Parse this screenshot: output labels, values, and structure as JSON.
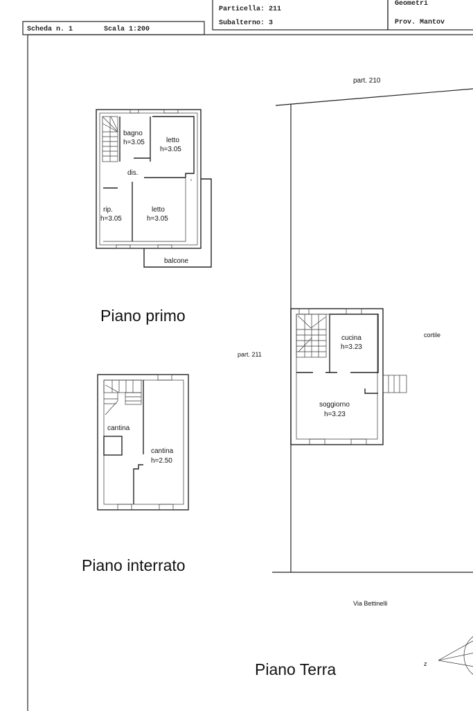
{
  "header": {
    "particella": "Particella: 211",
    "subalterno": "Subalterno: 3",
    "geometri": "Geometri",
    "provincia": "Prov. Mantov",
    "scheda": "Scheda n. 1",
    "scala": "Scala 1:200"
  },
  "labels": {
    "part_210": "part. 210",
    "part_211": "part. 211",
    "cortile": "cortile",
    "via": "Via Bettinelli",
    "north": "z"
  },
  "piano_primo": {
    "title": "Piano primo",
    "rooms": [
      {
        "name": "bagno",
        "height": "h=3.05"
      },
      {
        "name": "letto",
        "height": "h=3.05"
      },
      {
        "name": "dis.",
        "height": ""
      },
      {
        "name": "rip.",
        "height": "h=3.05"
      },
      {
        "name": "letto",
        "height": "h=3.05"
      },
      {
        "name": "balcone",
        "height": ""
      }
    ]
  },
  "piano_terra": {
    "title": "Piano Terra",
    "rooms": [
      {
        "name": "cucina",
        "height": "h=3.23"
      },
      {
        "name": "soggiorno",
        "height": "h=3.23"
      }
    ]
  },
  "piano_interrato": {
    "title": "Piano interrato",
    "rooms": [
      {
        "name": "cantina",
        "height": ""
      },
      {
        "name": "cantina",
        "height": "h=2.50"
      }
    ]
  }
}
